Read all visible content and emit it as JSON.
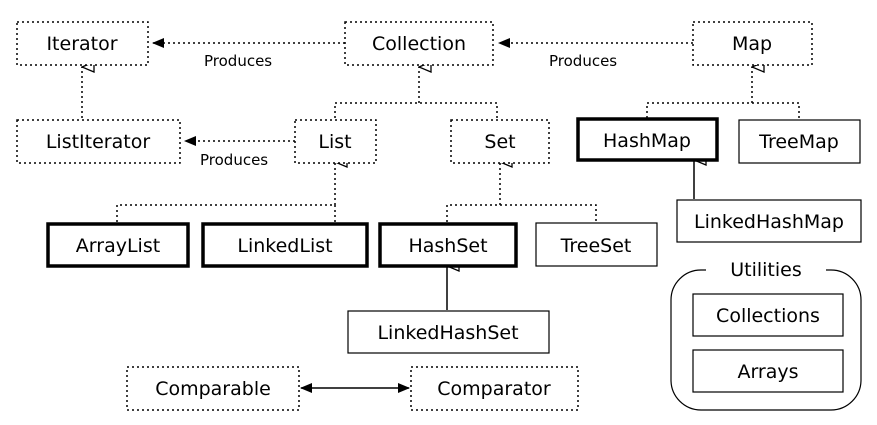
{
  "nodes": {
    "iterator": "Iterator",
    "collection": "Collection",
    "map": "Map",
    "list_iterator": "ListIterator",
    "list": "List",
    "set": "Set",
    "hash_map": "HashMap",
    "tree_map": "TreeMap",
    "linked_hash_map": "LinkedHashMap",
    "array_list": "ArrayList",
    "linked_list": "LinkedList",
    "hash_set": "HashSet",
    "tree_set": "TreeSet",
    "linked_hash_set": "LinkedHashSet",
    "comparable": "Comparable",
    "comparator": "Comparator"
  },
  "edges": {
    "produces_1": "Produces",
    "produces_2": "Produces",
    "produces_3": "Produces"
  },
  "utilities": {
    "title": "Utilities",
    "collections": "Collections",
    "arrays": "Arrays"
  }
}
